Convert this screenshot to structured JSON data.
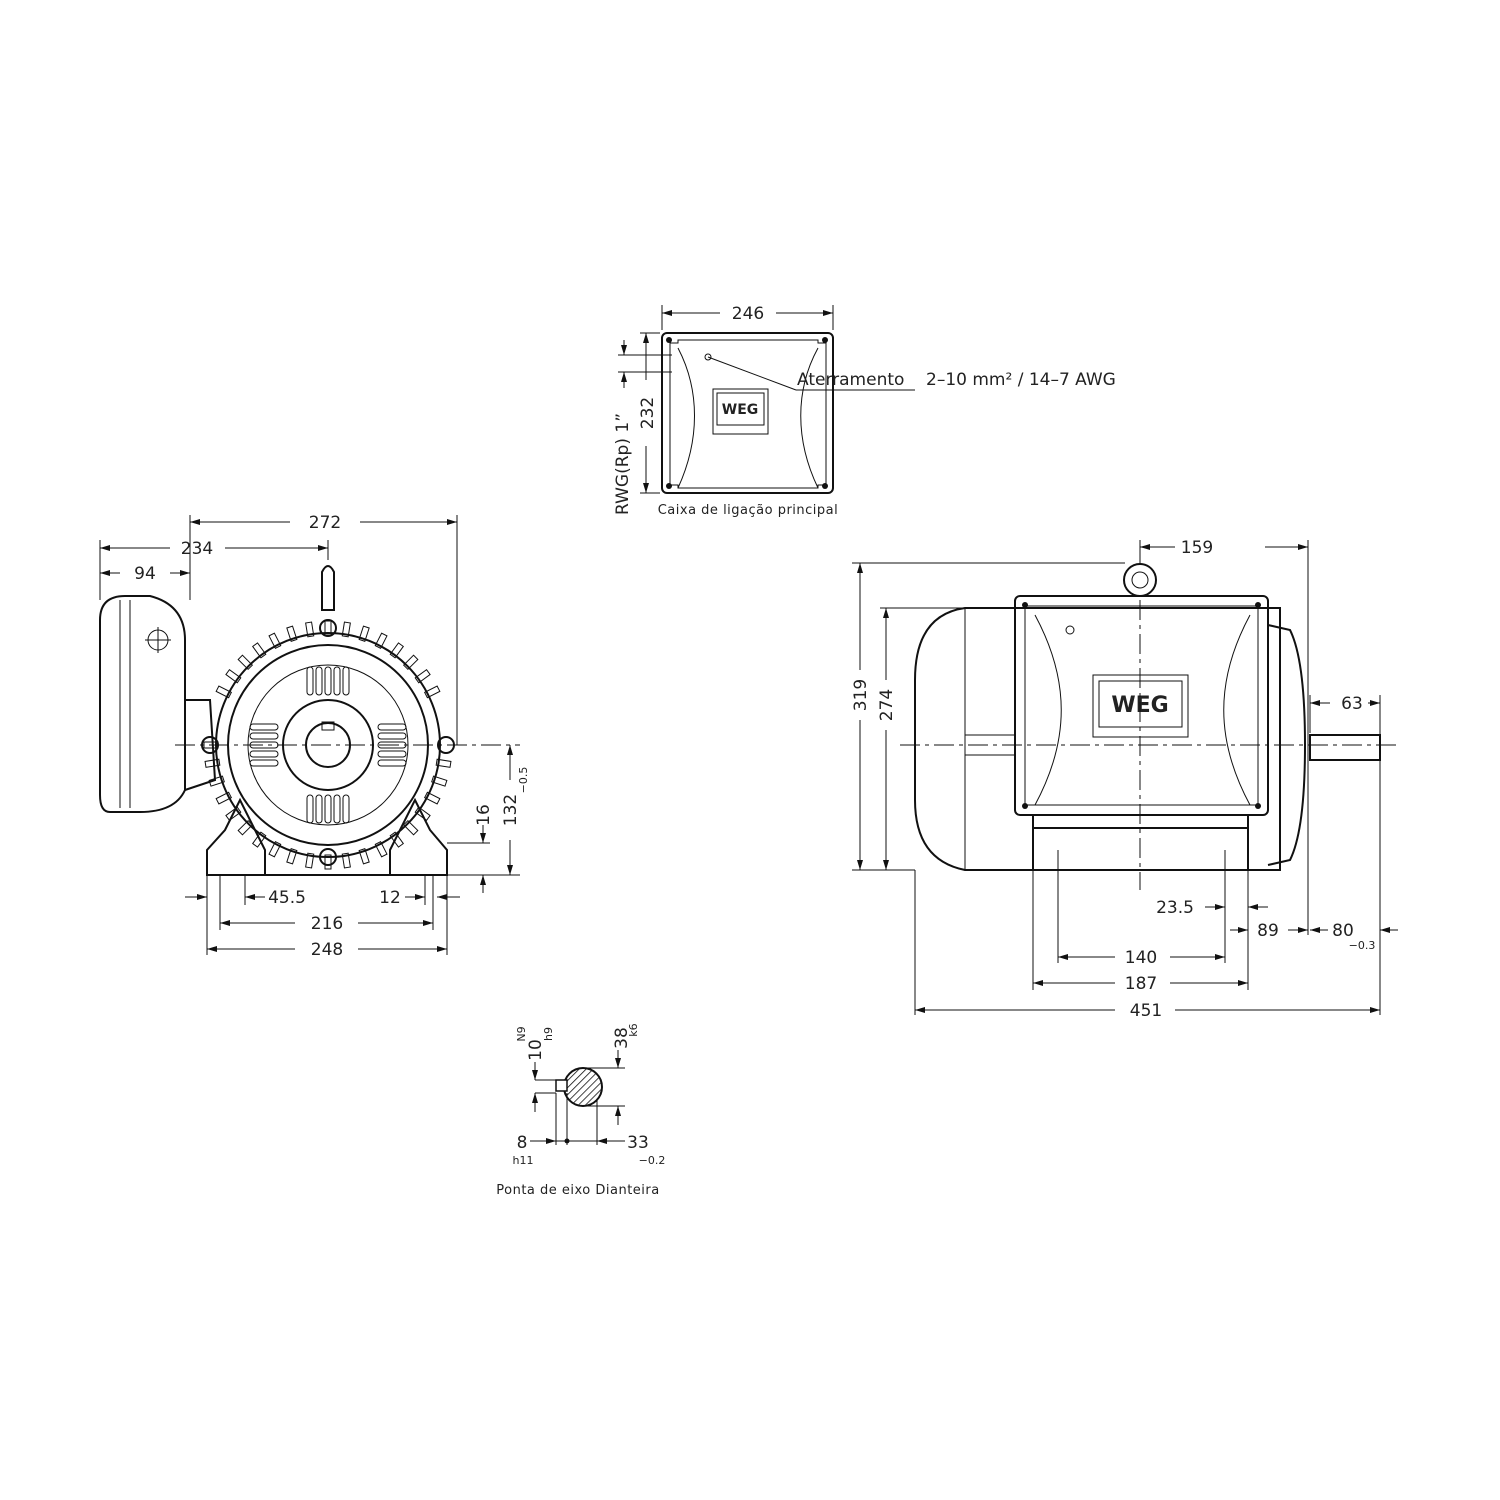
{
  "terminal_box": {
    "width": "246",
    "height": "232",
    "thread": "RWG(Rp) 1”",
    "grounding": "Aterramento",
    "grounding_spec": "2–10 mm² / 14–7 AWG",
    "caption": "Caixa de ligação principal",
    "logo": "WEG"
  },
  "front_view": {
    "d272": "272",
    "d234": "234",
    "d94": "94",
    "d132": "132",
    "d132_tol": "−0.5",
    "d16": "16",
    "d45_5": "45.5",
    "d12": "12",
    "d216": "216",
    "d248": "248"
  },
  "side_view": {
    "d159": "159",
    "d319": "319",
    "d274": "274",
    "d63": "63",
    "d23_5": "23.5",
    "d89": "89",
    "d80": "80",
    "d80_tol": "−0.3",
    "d140": "140",
    "d187": "187",
    "d451": "451",
    "logo": "WEG"
  },
  "shaft_detail": {
    "key_width": "10",
    "key_tol_top": "N9",
    "key_tol_bot": "h9",
    "diameter": "38",
    "diameter_tol": "k6",
    "key_height": "8",
    "key_height_tol": "h11",
    "depth": "33",
    "depth_tol": "−0.2",
    "caption": "Ponta de eixo Dianteira"
  },
  "colors": {
    "line": "#111111",
    "background": "#ffffff"
  }
}
